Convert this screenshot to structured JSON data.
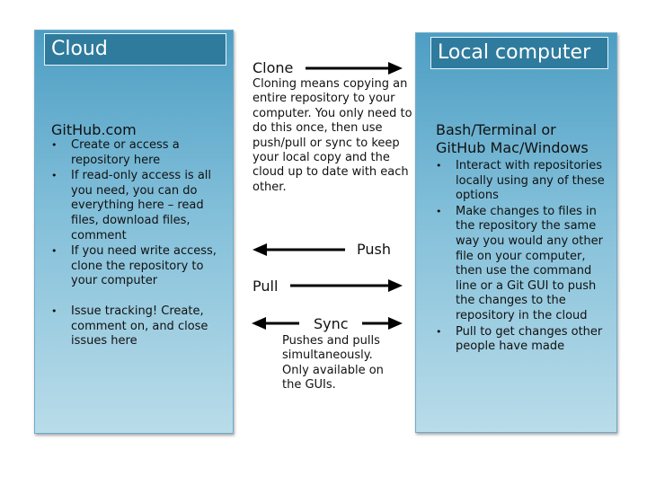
{
  "cloud": {
    "title": "Cloud",
    "heading": "GitHub.com",
    "bullets": [
      "Create or access a repository here",
      "If read-only access is all you need, you can do everything here – read files, download files, comment",
      "If you need write access, clone the repository to your computer",
      "Issue tracking! Create, comment on, and close issues here"
    ]
  },
  "local": {
    "title": "Local computer",
    "heading_line1": "Bash/Terminal or",
    "heading_line2": "GitHub Mac/Windows",
    "bullets": [
      "Interact with repositories locally using any of these options",
      "Make changes to files in the repository the same way you would any other file on your computer, then use the command line or a Git GUI to push the changes to the repository in the cloud",
      "Pull to get changes other people have made"
    ]
  },
  "clone": {
    "label": "Clone",
    "description": "Cloning means copying an entire repository to your computer. You only need to do this once, then use push/pull or sync to keep your local copy and the cloud up to date with each other."
  },
  "push": {
    "label": "Push"
  },
  "pull": {
    "label": "Pull"
  },
  "sync": {
    "label": "Sync",
    "description": "Pushes and pulls simultaneously. Only available on the GUIs."
  }
}
